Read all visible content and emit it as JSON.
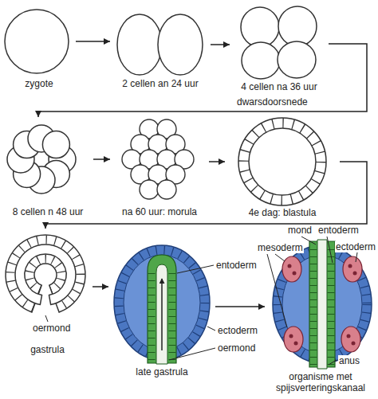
{
  "diagram": {
    "nodes": [
      {
        "text": [
          "zygote"
        ]
      },
      {
        "text": [
          "2 cellen an 24 uur"
        ]
      },
      {
        "text": [
          "4 cellen na 36 uur"
        ]
      },
      {
        "text": [
          "8 cellen n 48 uur"
        ]
      },
      {
        "text": [
          "na 60 uur: morula"
        ]
      },
      {
        "text": [
          "4e dag: blastula"
        ]
      },
      {
        "text": [
          "gastrula"
        ]
      },
      {
        "text": [
          "late gastrula"
        ]
      },
      {
        "text": [
          "organisme met spijsverteringskanaal"
        ]
      }
    ],
    "edges": [
      {
        "from": 0,
        "to": 1,
        "arrow": "to"
      },
      {
        "from": 1,
        "to": 2,
        "arrow": "to"
      },
      {
        "from": 2,
        "to": 3,
        "arrow": "to"
      },
      {
        "from": 3,
        "to": 4,
        "arrow": "to"
      },
      {
        "from": 4,
        "to": 5,
        "arrow": "to"
      },
      {
        "from": 5,
        "to": 6,
        "arrow": "to"
      },
      {
        "from": 6,
        "to": 7,
        "arrow": "to"
      },
      {
        "from": 7,
        "to": 8,
        "arrow": "to"
      }
    ],
    "labels": [
      "dwarsdoorsnede",
      "oermond",
      "entoderm",
      "ectoderm",
      "oermond",
      "mond",
      "entoderm",
      "ectoderm",
      "mesoderm",
      "anus"
    ]
  }
}
